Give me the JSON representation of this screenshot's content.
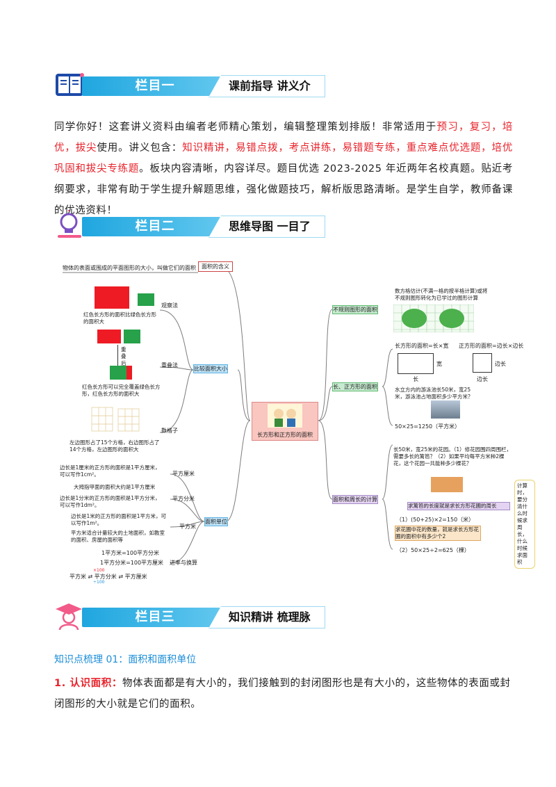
{
  "section1": {
    "tag": "栏目一",
    "subtitle": "课前指导 讲义介绍"
  },
  "intro": [
    {
      "text": "同学你好！这套讲义资料由编者老师精心策划，编辑整理策划排版！非常适用于",
      "red": false
    },
    {
      "text": "预习，复习，培优，拔尖",
      "red": true
    },
    {
      "text": "使用。讲义包含：",
      "red": false
    },
    {
      "text": "知识精讲，易错点拨，考点讲练，易错题专练，重点难点优选题，培优巩固和拔尖专练题",
      "red": true
    },
    {
      "text": "。板块内容清晰，内容详尽。题目优选 2023-2025 年近两年名校真题。贴近考纲要求，非常有助于学生提升解题思维，强化做题技巧，解析版思路清晰。是学生自学，教师备课的优选资料！",
      "red": false
    }
  ],
  "section2": {
    "tag": "栏目二",
    "subtitle": "思维导图 一目了然"
  },
  "mindmap": {
    "center": "长方形和正方形的面积",
    "left": {
      "definition": {
        "label": "面积的含义",
        "text": "物体的表面或围成的平面图形的大小，叫做它们的面积"
      },
      "compare": {
        "label": "比较面积大小",
        "methods": [
          "观察法",
          "重叠法",
          "数格子"
        ],
        "notes": [
          "红色长方形的面积比绿色长方形的面积大",
          "重叠后",
          "红色长方形可以完全覆盖绿色长方形，红色长方形的面积大",
          "左边图形占了15个方格，右边图形占了14个方格，左边图形的面积大"
        ]
      },
      "units": {
        "label": "面积单位",
        "items": [
          "平方厘米",
          "平方分米",
          "平方米",
          "进率与换算"
        ],
        "notes": [
          "边长是1厘米的正方形的面积是1平方厘米，可以写作1cm²。",
          "大拇指甲面的面积大约是1平方厘米",
          "边长是1分米的正方形的面积是1平方分米，可以写作1dm²。",
          "边长是1米的正方形的面积是1平方米，可以写作1m²。",
          "平方米适合计量较大的土地面积，如教室的面积、房屋的面积等",
          "1平方米=100平方分米",
          "1平方分米=100平方厘米",
          "平方米 ⇄ 平方分米 ⇄ 平方厘米",
          "×100",
          "÷100"
        ]
      }
    },
    "right": {
      "irregular": {
        "label": "不规则图形的面积",
        "text": "数方格估计(不满一格的按半格计算)或将不规则图形转化为已学过的图形计算"
      },
      "formula": {
        "label": "长、正方形的面积",
        "rect": "长方形的面积=长×宽",
        "square": "正方形的面积=边长×边长",
        "rect_w": "宽",
        "rect_l": "长",
        "sq_side": "边长",
        "sq_side2": "边长",
        "example": "水立方内的游泳池长50米，宽25米，游泳池占地面积多少平方米？",
        "answer": "50×25=1250（平方米）"
      },
      "application": {
        "label": "面积和周长的计算",
        "question": "长50米，宽25米的花园。（1）修花园围四周围栏，需要多长的篱笆？（2）如果平均每平方米种2棵花，这个花园一共能种多少棵花？",
        "hint1": "求篱笆的长度就是求长方形花圃的周长",
        "ans1": "（1）(50+25)×2=150（米）",
        "hint2": "求花圃中花的数量，就是求长方形花圃的面积中有多少个2",
        "ans2": "（2）50×25÷2=625（棵）",
        "side": "计算时，要分清什么时候求周长，什么时候求面积"
      }
    }
  },
  "section3": {
    "tag": "栏目三",
    "subtitle": "知识精讲 梳理脉络"
  },
  "kp": {
    "title": "知识点梳理 01：面积和面积单位",
    "lead": "1. 认识面积：",
    "text": "物体表面都是有大小的，我们接触到的封闭图形也是有大小的，这些物体的表面或封闭图形的大小就是它们的面积。"
  },
  "colors": {
    "accent": "#1fa6df",
    "red": "#e8232b",
    "kp": "#1c8ed8"
  }
}
